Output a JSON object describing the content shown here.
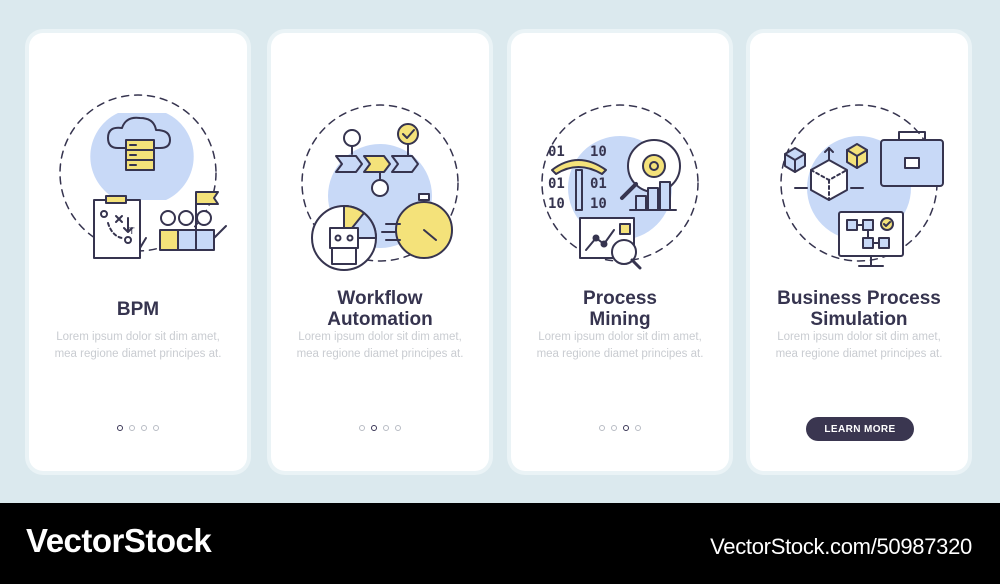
{
  "cards": [
    {
      "title": "BPM",
      "description": "Lorem ipsum dolor sit dim amet, mea regione diamet principes at.",
      "illustration_icon": "bpm-icon"
    },
    {
      "title": "Workflow\nAutomation",
      "description": "Lorem ipsum dolor sit dim amet, mea regione diamet principes at.",
      "illustration_icon": "workflow-automation-icon"
    },
    {
      "title": "Process\nMining",
      "description": "Lorem ipsum dolor sit dim amet, mea regione diamet principes at.",
      "illustration_icon": "process-mining-icon"
    },
    {
      "title": "Business Process\nSimulation",
      "description": "Lorem ipsum dolor sit dim amet, mea regione diamet principes at.",
      "illustration_icon": "business-process-simulation-icon",
      "button_label": "LEARN MORE"
    }
  ],
  "pagination": {
    "pages": 4
  },
  "footer": {
    "brand": "VectorStock",
    "image_id": "VectorStock.com/50987320"
  },
  "colors": {
    "accent_blue": "#c8d9f7",
    "accent_yellow": "#f4e27a",
    "ink": "#36344f",
    "button": "#3a3650",
    "background": "#dbe9ee"
  }
}
